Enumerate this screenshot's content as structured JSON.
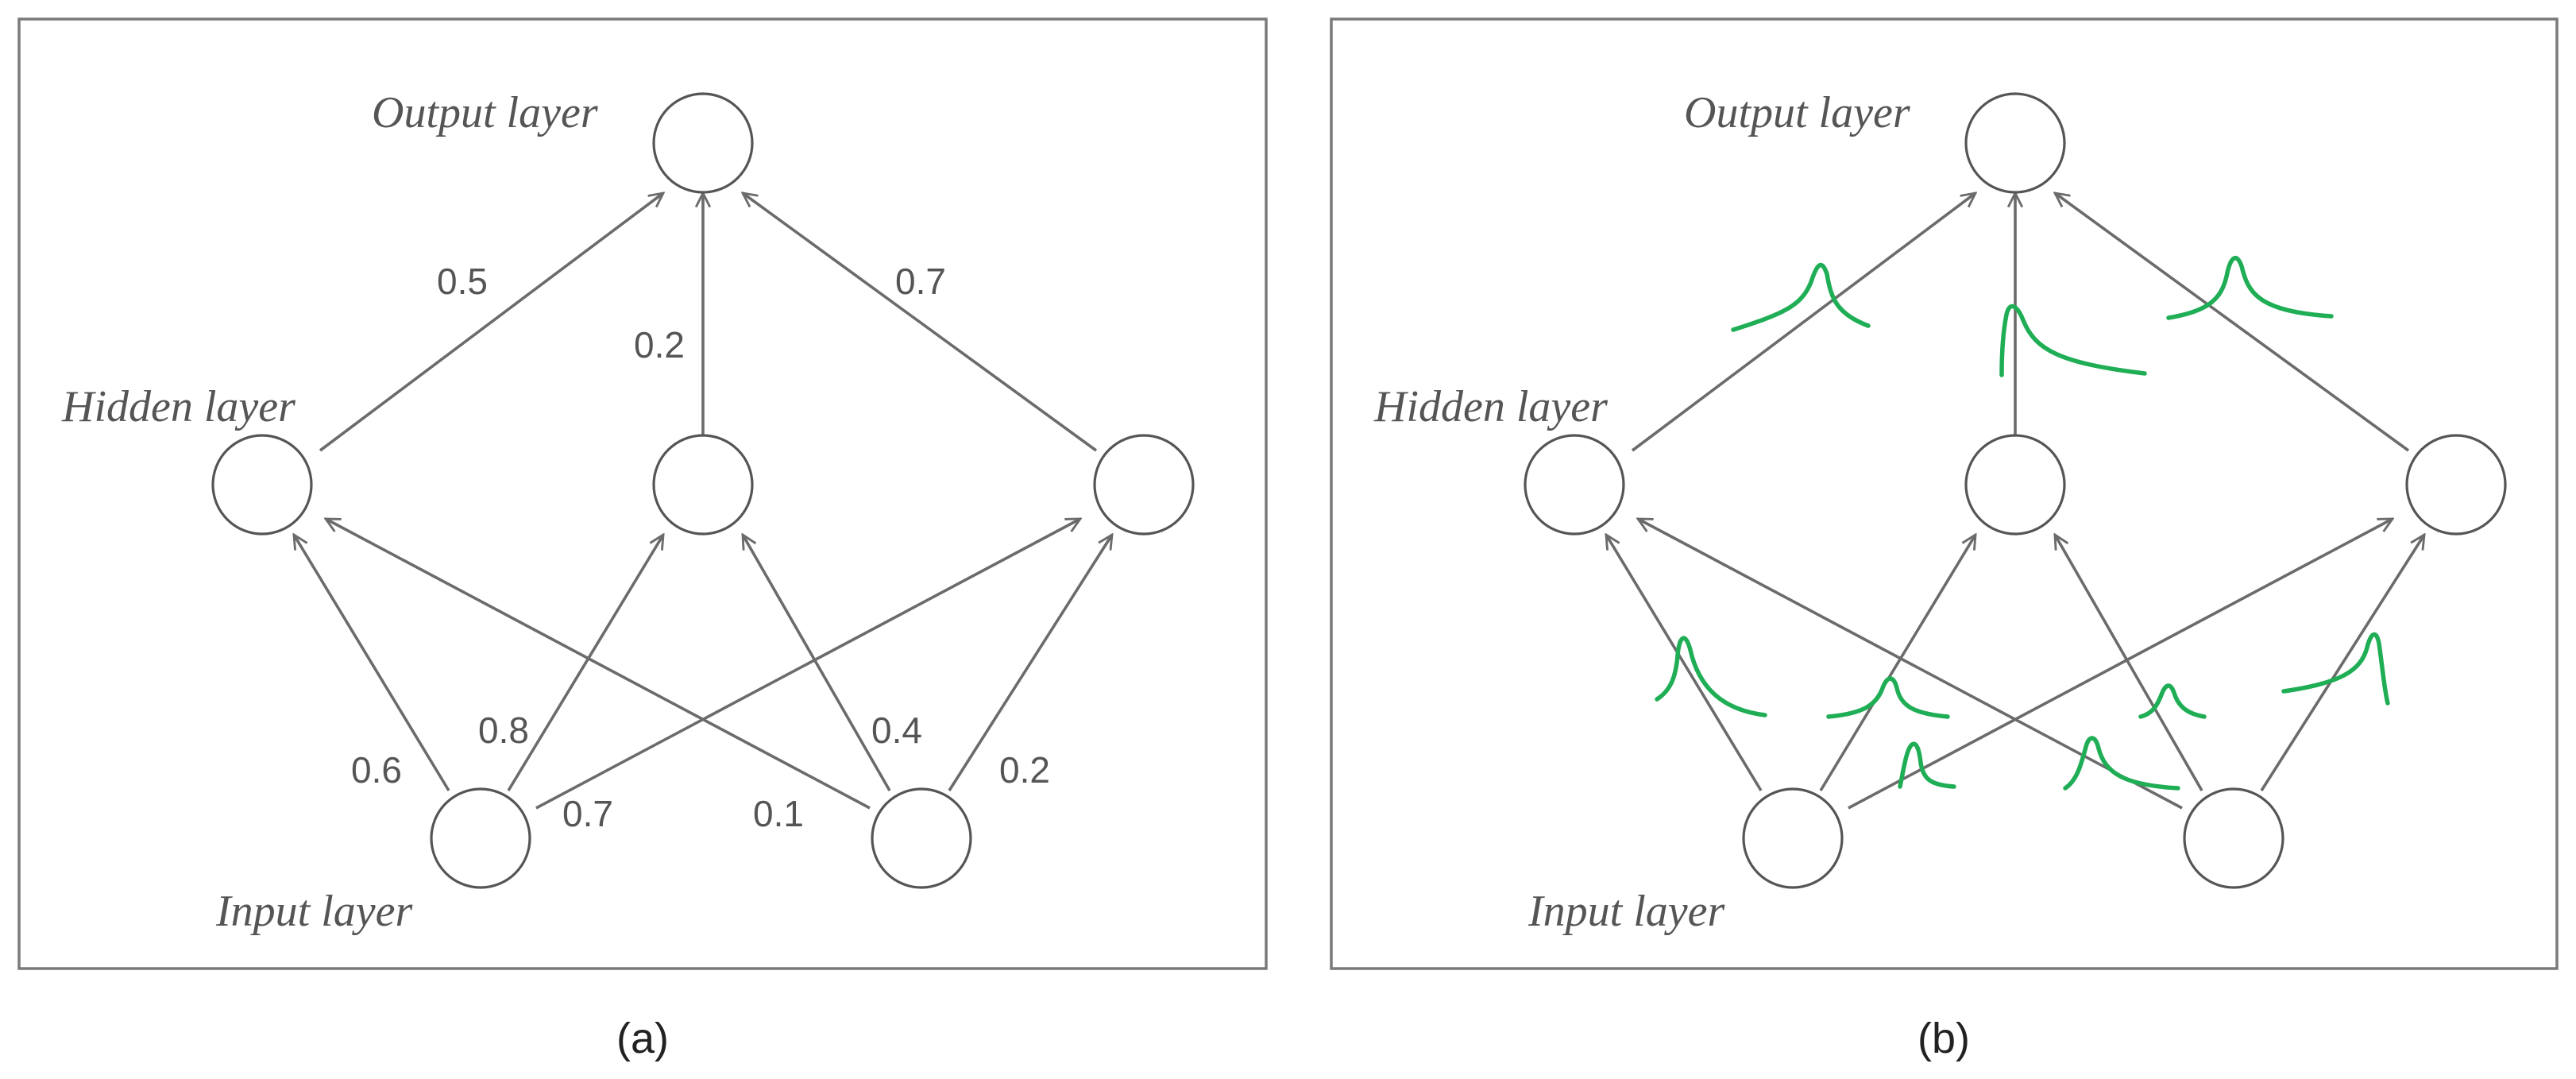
{
  "figure": {
    "panel_a": {
      "caption": "(a)",
      "labels": {
        "output": "Output layer",
        "hidden": "Hidden layer",
        "input": "Input layer"
      },
      "weights": [
        "0.5",
        "0.2",
        "0.7",
        "0.6",
        "0.8",
        "0.7",
        "0.1",
        "0.4",
        "0.2"
      ]
    },
    "panel_b": {
      "caption": "(b)",
      "labels": {
        "output": "Output layer",
        "hidden": "Hidden layer",
        "input": "Input layer"
      }
    },
    "colors": {
      "node_stroke": "#555555",
      "edge": "#6b6b6b",
      "distribution": "#1fae55",
      "frame": "#7a7a7a"
    }
  }
}
